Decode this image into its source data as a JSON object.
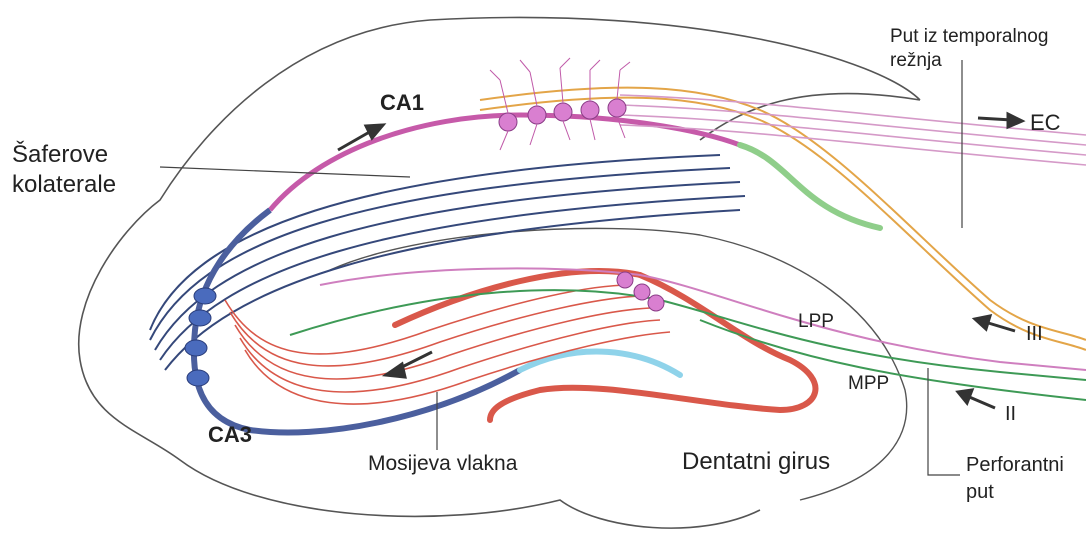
{
  "labels": {
    "ca1": "CA1",
    "ca3": "CA3",
    "schaffer_line1": "Šaferove",
    "schaffer_line2": "kolaterale",
    "temporal_line1": "Put iz temporalnog",
    "temporal_line2": "režnja",
    "ec": "EC",
    "lpp": "LPP",
    "mpp": "MPP",
    "iii": "III",
    "ii": "II",
    "mossy": "Mosijeva vlakna",
    "dentate": "Dentatni girus",
    "perforant_line1": "Perforantni",
    "perforant_line2": "put"
  },
  "colors": {
    "schaffer": "#35487a",
    "ca1_band": "#c65aa9",
    "ca3_band": "#4b5f9e",
    "mossy": "#d9584a",
    "lpp": "#cf7fbf",
    "mpp": "#3e9a56",
    "temporal": "#e3a548",
    "green_tail": "#8fce8a",
    "cyan_tail": "#8fd3ea",
    "outline": "#555555",
    "neuron_pink": "#d97fd0",
    "neuron_blue": "#4a6bbd"
  },
  "icons": [
    "arrow-icon"
  ]
}
